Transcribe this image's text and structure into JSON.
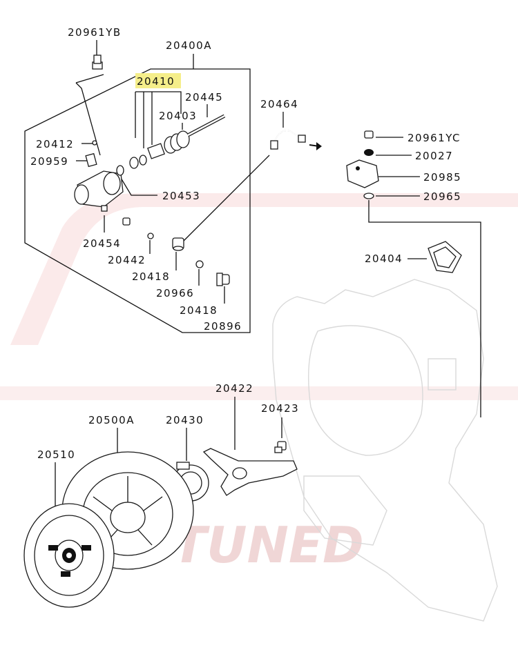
{
  "diagram": {
    "title": "",
    "highlight_color": "#f5ee8a",
    "watermark_text": "TUNED",
    "watermark_color": "#f0d6d6",
    "labels": {
      "p20961YB": "20961YB",
      "p20400A": "20400A",
      "p20410": "20410",
      "p20445": "20445",
      "p20403": "20403",
      "p20464": "20464",
      "p20412": "20412",
      "p20959": "20959",
      "p20453": "20453",
      "p20454": "20454",
      "p20442": "20442",
      "p20418a": "20418",
      "p20966": "20966",
      "p20418b": "20418",
      "p20896": "20896",
      "p20961YC": "20961YC",
      "p20027": "20027",
      "p20985": "20985",
      "p20965": "20965",
      "p20404": "20404",
      "p20422": "20422",
      "p20423": "20423",
      "p20500A": "20500A",
      "p20430": "20430",
      "p20510": "20510"
    }
  }
}
